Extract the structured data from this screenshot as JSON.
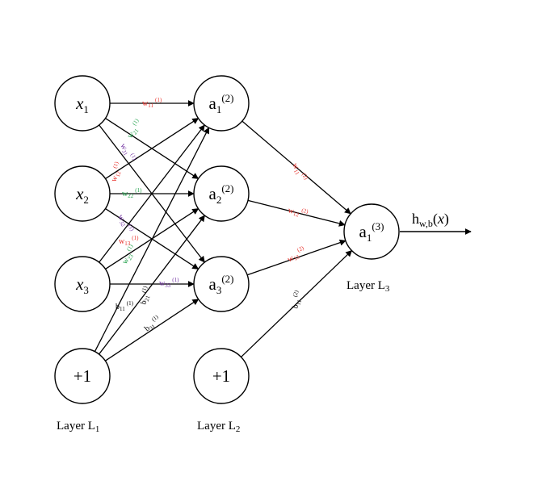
{
  "colors": {
    "red": "#e8302a",
    "green": "#21a04a",
    "purple": "#7030a0",
    "black": "#000000"
  },
  "nodes": {
    "x1": {
      "base": "x",
      "sub": "1",
      "italic": true
    },
    "x2": {
      "base": "x",
      "sub": "2",
      "italic": true
    },
    "x3": {
      "base": "x",
      "sub": "3",
      "italic": true
    },
    "bias1": {
      "text": "+1"
    },
    "a12": {
      "base": "a",
      "sub": "1",
      "sup": "(2)"
    },
    "a22": {
      "base": "a",
      "sub": "2",
      "sup": "(2)"
    },
    "a32": {
      "base": "a",
      "sub": "3",
      "sup": "(2)"
    },
    "bias2": {
      "text": "+1"
    },
    "a13": {
      "base": "a",
      "sub": "1",
      "sup": "(3)"
    }
  },
  "layers": {
    "l1": {
      "text": "Layer L",
      "sub": "1"
    },
    "l2": {
      "text": "Layer L",
      "sub": "2"
    },
    "l3": {
      "text": "Layer L",
      "sub": "3"
    }
  },
  "output": {
    "h": "h",
    "sub": "w,b",
    "open": "(",
    "var": "x",
    "close": ")"
  },
  "weights": [
    {
      "id": "w11-1",
      "base": "w",
      "sub": "11",
      "sup": "(1)",
      "color": "red"
    },
    {
      "id": "w21-1",
      "base": "w",
      "sub": "21",
      "sup": "(1)",
      "color": "green"
    },
    {
      "id": "w31-1",
      "base": "w",
      "sub": "31",
      "sup": "(1)",
      "color": "purple"
    },
    {
      "id": "w12-1",
      "base": "w",
      "sub": "12",
      "sup": "(1)",
      "color": "red"
    },
    {
      "id": "w22-1",
      "base": "w",
      "sub": "22",
      "sup": "(1)",
      "color": "green"
    },
    {
      "id": "w32-1",
      "base": "w",
      "sub": "32",
      "sup": "(1)",
      "color": "purple"
    },
    {
      "id": "w13-1",
      "base": "w",
      "sub": "13",
      "sup": "(1)",
      "color": "red"
    },
    {
      "id": "w23-1",
      "base": "w",
      "sub": "23",
      "sup": "(1)",
      "color": "green"
    },
    {
      "id": "w33-1",
      "base": "w",
      "sub": "33",
      "sup": "(1)",
      "color": "purple"
    },
    {
      "id": "b11-1",
      "base": "b",
      "sub": "11",
      "sup": "(1)",
      "color": "black"
    },
    {
      "id": "b21-1",
      "base": "b",
      "sub": "21",
      "sup": "(1)",
      "color": "black"
    },
    {
      "id": "b31-1",
      "base": "b",
      "sub": "31",
      "sup": "(1)",
      "color": "black"
    },
    {
      "id": "w11-2",
      "base": "w",
      "sub": "11",
      "sup": "(2)",
      "color": "red"
    },
    {
      "id": "w12-2",
      "base": "w",
      "sub": "12",
      "sup": "(2)",
      "color": "red"
    },
    {
      "id": "w13-2",
      "base": "w",
      "sub": "13",
      "sup": "(2)",
      "color": "red"
    },
    {
      "id": "b11-2",
      "base": "b",
      "sub": "11",
      "sup": "(2)",
      "color": "black"
    }
  ]
}
